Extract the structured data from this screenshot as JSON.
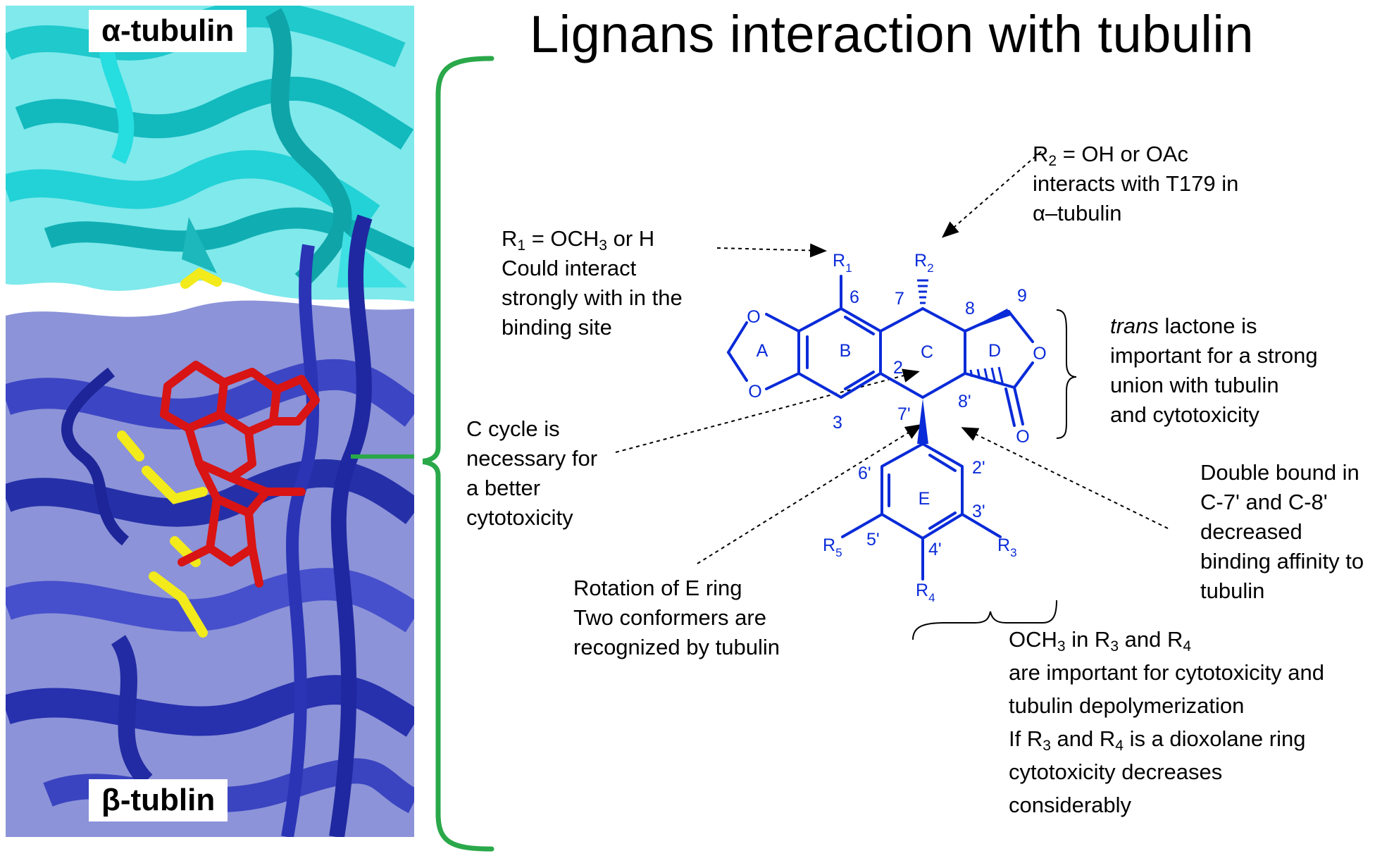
{
  "title": "Lignans interaction with tubulin",
  "panel": {
    "alpha_label": "α-tubulin",
    "beta_label": "β-tublin",
    "colors": {
      "alpha": "#19e0e0",
      "beta": "#2b34b8",
      "ligand": "#d81414",
      "residues": "#f2ea1a",
      "bracket": "#2aa84a"
    }
  },
  "notes": {
    "r1": {
      "sym": "R",
      "sub": "1",
      "eq": " = OCH",
      "sub2": "3",
      "rest": " or H",
      "lines": [
        "Could interact",
        "strongly with in the",
        "binding site"
      ]
    },
    "r2": {
      "sym": "R",
      "sub": "2",
      "eq": " = OH or OAc",
      "lines": [
        "interacts with T179 in",
        "α–tubulin"
      ]
    },
    "trans": {
      "italic": "trans",
      "first_rest": " lactone is",
      "lines": [
        "important for a strong",
        "union with tubulin",
        "and cytotoxicity"
      ]
    },
    "c_cycle": {
      "lines": [
        "C cycle is",
        "necessary for",
        "a better",
        "cytotoxicity"
      ]
    },
    "double_bond": {
      "lines": [
        "Double bound in",
        "C-7' and C-8'",
        "decreased",
        "binding affinity to",
        "tubulin"
      ]
    },
    "rotation": {
      "lines": [
        "Rotation of E ring",
        "Two conformers are",
        "recognized by tubulin"
      ]
    },
    "och3": {
      "l1": {
        "a": "OCH",
        "a_sub": "3",
        "b": " in R",
        "b_sub": "3",
        "c": " and R",
        "c_sub": "4"
      },
      "l2": "are important for cytotoxicity and",
      "l3": "tubulin depolymerization",
      "l4": {
        "a": "If R",
        "a_sub": "3",
        "b": " and R",
        "b_sub": "4",
        "c": " is a dioxolane ring"
      },
      "l5": "cytotoxicity decreases",
      "l6": "considerably"
    }
  },
  "molecule": {
    "color": "#0a2bd8",
    "ring_labels": {
      "A": "A",
      "B": "B",
      "C": "C",
      "D": "D",
      "E": "E"
    },
    "atoms": {
      "O_top": "O",
      "O_bottom": "O",
      "O_lactone": "O",
      "O_carbonyl": "O"
    },
    "numbers": {
      "n2": "2",
      "n3": "3",
      "n6": "6",
      "n7": "7",
      "n8": "8",
      "n9": "9",
      "n7p": "7'",
      "n8p": "8'",
      "n2p": "2'",
      "n3p": "3'",
      "n4p": "4'",
      "n5p": "5'",
      "n6p": "6'"
    },
    "substituents": {
      "R1": {
        "sym": "R",
        "sub": "1"
      },
      "R2": {
        "sym": "R",
        "sub": "2"
      },
      "R3": {
        "sym": "R",
        "sub": "3"
      },
      "R4": {
        "sym": "R",
        "sub": "4"
      },
      "R5": {
        "sym": "R",
        "sub": "5"
      }
    }
  }
}
